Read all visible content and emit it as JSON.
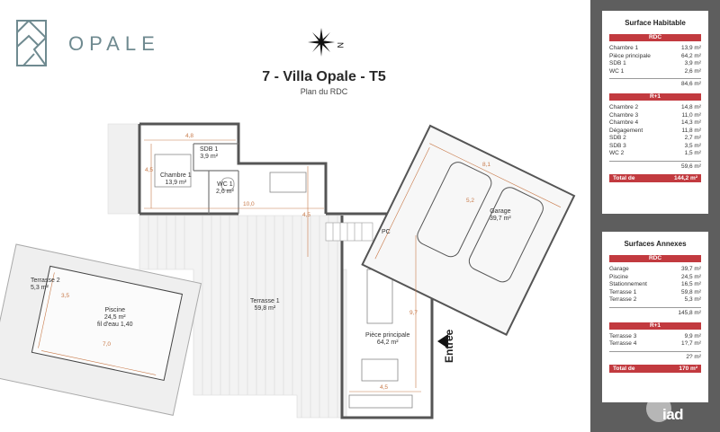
{
  "brand": {
    "name": "OPALE"
  },
  "header": {
    "title": "7 - Villa Opale - T5",
    "subtitle": "Plan du RDC",
    "compass_letter": "N"
  },
  "plan": {
    "rooms": {
      "chambre1": {
        "name": "Chambre 1",
        "area": "13,9 m²"
      },
      "sdb1": {
        "name": "SDB 1",
        "area": "3,9 m²"
      },
      "wc1": {
        "name": "WC 1",
        "area": "2,6 m²"
      },
      "pc": {
        "name": "PC"
      },
      "garage": {
        "name": "Garage",
        "area": "39,7 m²"
      },
      "terrasse1": {
        "name": "Terrasse 1",
        "area": "59,8 m²"
      },
      "terrasse2": {
        "name": "Terrasse 2",
        "area": "5,3 m²"
      },
      "piscine": {
        "name": "Piscine",
        "area": "24,5 m²",
        "note": "fil d'eau 1,40"
      },
      "piece_principale": {
        "name": "Pièce principale",
        "area": "64,2 m²"
      }
    },
    "dimensions": {
      "chambre_width": "4,8",
      "chambre_height": "4,5",
      "hall_width": "10,0",
      "hall_height": "4,5",
      "garage_length": "8,1",
      "garage_width": "5,2",
      "piscine_width": "3,5",
      "piscine_length": "7,0",
      "piece_length": "9,7",
      "piece_width": "4,5"
    },
    "entrance_label": "Entrée"
  },
  "surface_habitable": {
    "title": "Surface Habitable",
    "rdc": {
      "label": "RDC",
      "rows": [
        {
          "name": "Chambre 1",
          "value": "13,9 m²"
        },
        {
          "name": "Pièce principale",
          "value": "64,2 m²"
        },
        {
          "name": "SDB 1",
          "value": "3,9 m²"
        },
        {
          "name": "WC 1",
          "value": "2,6 m²"
        }
      ],
      "subtotal": "84,6 m²"
    },
    "r1": {
      "label": "R+1",
      "rows": [
        {
          "name": "Chambre 2",
          "value": "14,8 m²"
        },
        {
          "name": "Chambre 3",
          "value": "11,0 m²"
        },
        {
          "name": "Chambre 4",
          "value": "14,3 m²"
        },
        {
          "name": "Dégagement",
          "value": "11,8 m²"
        },
        {
          "name": "SDB 2",
          "value": "2,7 m²"
        },
        {
          "name": "SDB 3",
          "value": "3,5 m²"
        },
        {
          "name": "WC 2",
          "value": "1,5 m²"
        }
      ],
      "subtotal": "59,6 m²"
    },
    "total_label": "Total de",
    "total_value": "144,2 m²"
  },
  "surfaces_annexes": {
    "title": "Surfaces Annexes",
    "rdc": {
      "label": "RDC",
      "rows": [
        {
          "name": "Garage",
          "value": "39,7 m²"
        },
        {
          "name": "Piscine",
          "value": "24,5 m²"
        },
        {
          "name": "Stationnement",
          "value": "16,5 m²"
        },
        {
          "name": "Terrasse 1",
          "value": "59,8 m²"
        },
        {
          "name": "Terrasse 2",
          "value": "5,3 m²"
        }
      ],
      "subtotal": "145,8 m²"
    },
    "r1": {
      "label": "R+1",
      "rows": [
        {
          "name": "Terrasse 3",
          "value": "9,9 m²"
        },
        {
          "name": "Terrasse 4",
          "value": "1?,7 m²"
        }
      ],
      "subtotal": "2? m²"
    },
    "total_label": "Total de",
    "total_value": "170 m²"
  },
  "watermark": "iad",
  "colors": {
    "accent": "#c23a3f",
    "panel": "#5e5e5e",
    "dimension": "#c87a4a",
    "brand": "#6f8a90"
  }
}
